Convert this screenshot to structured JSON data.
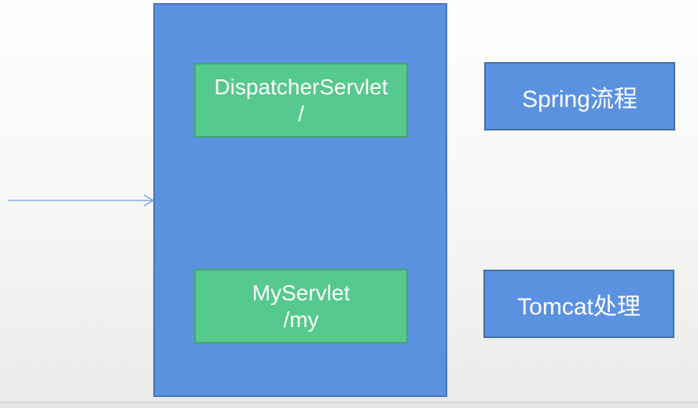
{
  "diagram": {
    "nodes": {
      "dispatcher": {
        "line1": "DispatcherServlet",
        "line2": "/"
      },
      "myservlet": {
        "line1": "MyServlet",
        "line2": "/my"
      }
    },
    "labels": {
      "spring": "Spring流程",
      "tomcat": "Tomcat处理"
    },
    "arrow": {
      "name": "request-arrow-right",
      "direction": "right"
    }
  },
  "colors": {
    "container_fill": "#5B92E0",
    "container_border": "#4A74B8",
    "node_fill": "#55C98E",
    "node_border": "#44A471",
    "label_fill": "#5B92E0",
    "label_border": "#46709F",
    "arrow_color": "#85ABE3",
    "text_color": "#FFFFFF"
  }
}
